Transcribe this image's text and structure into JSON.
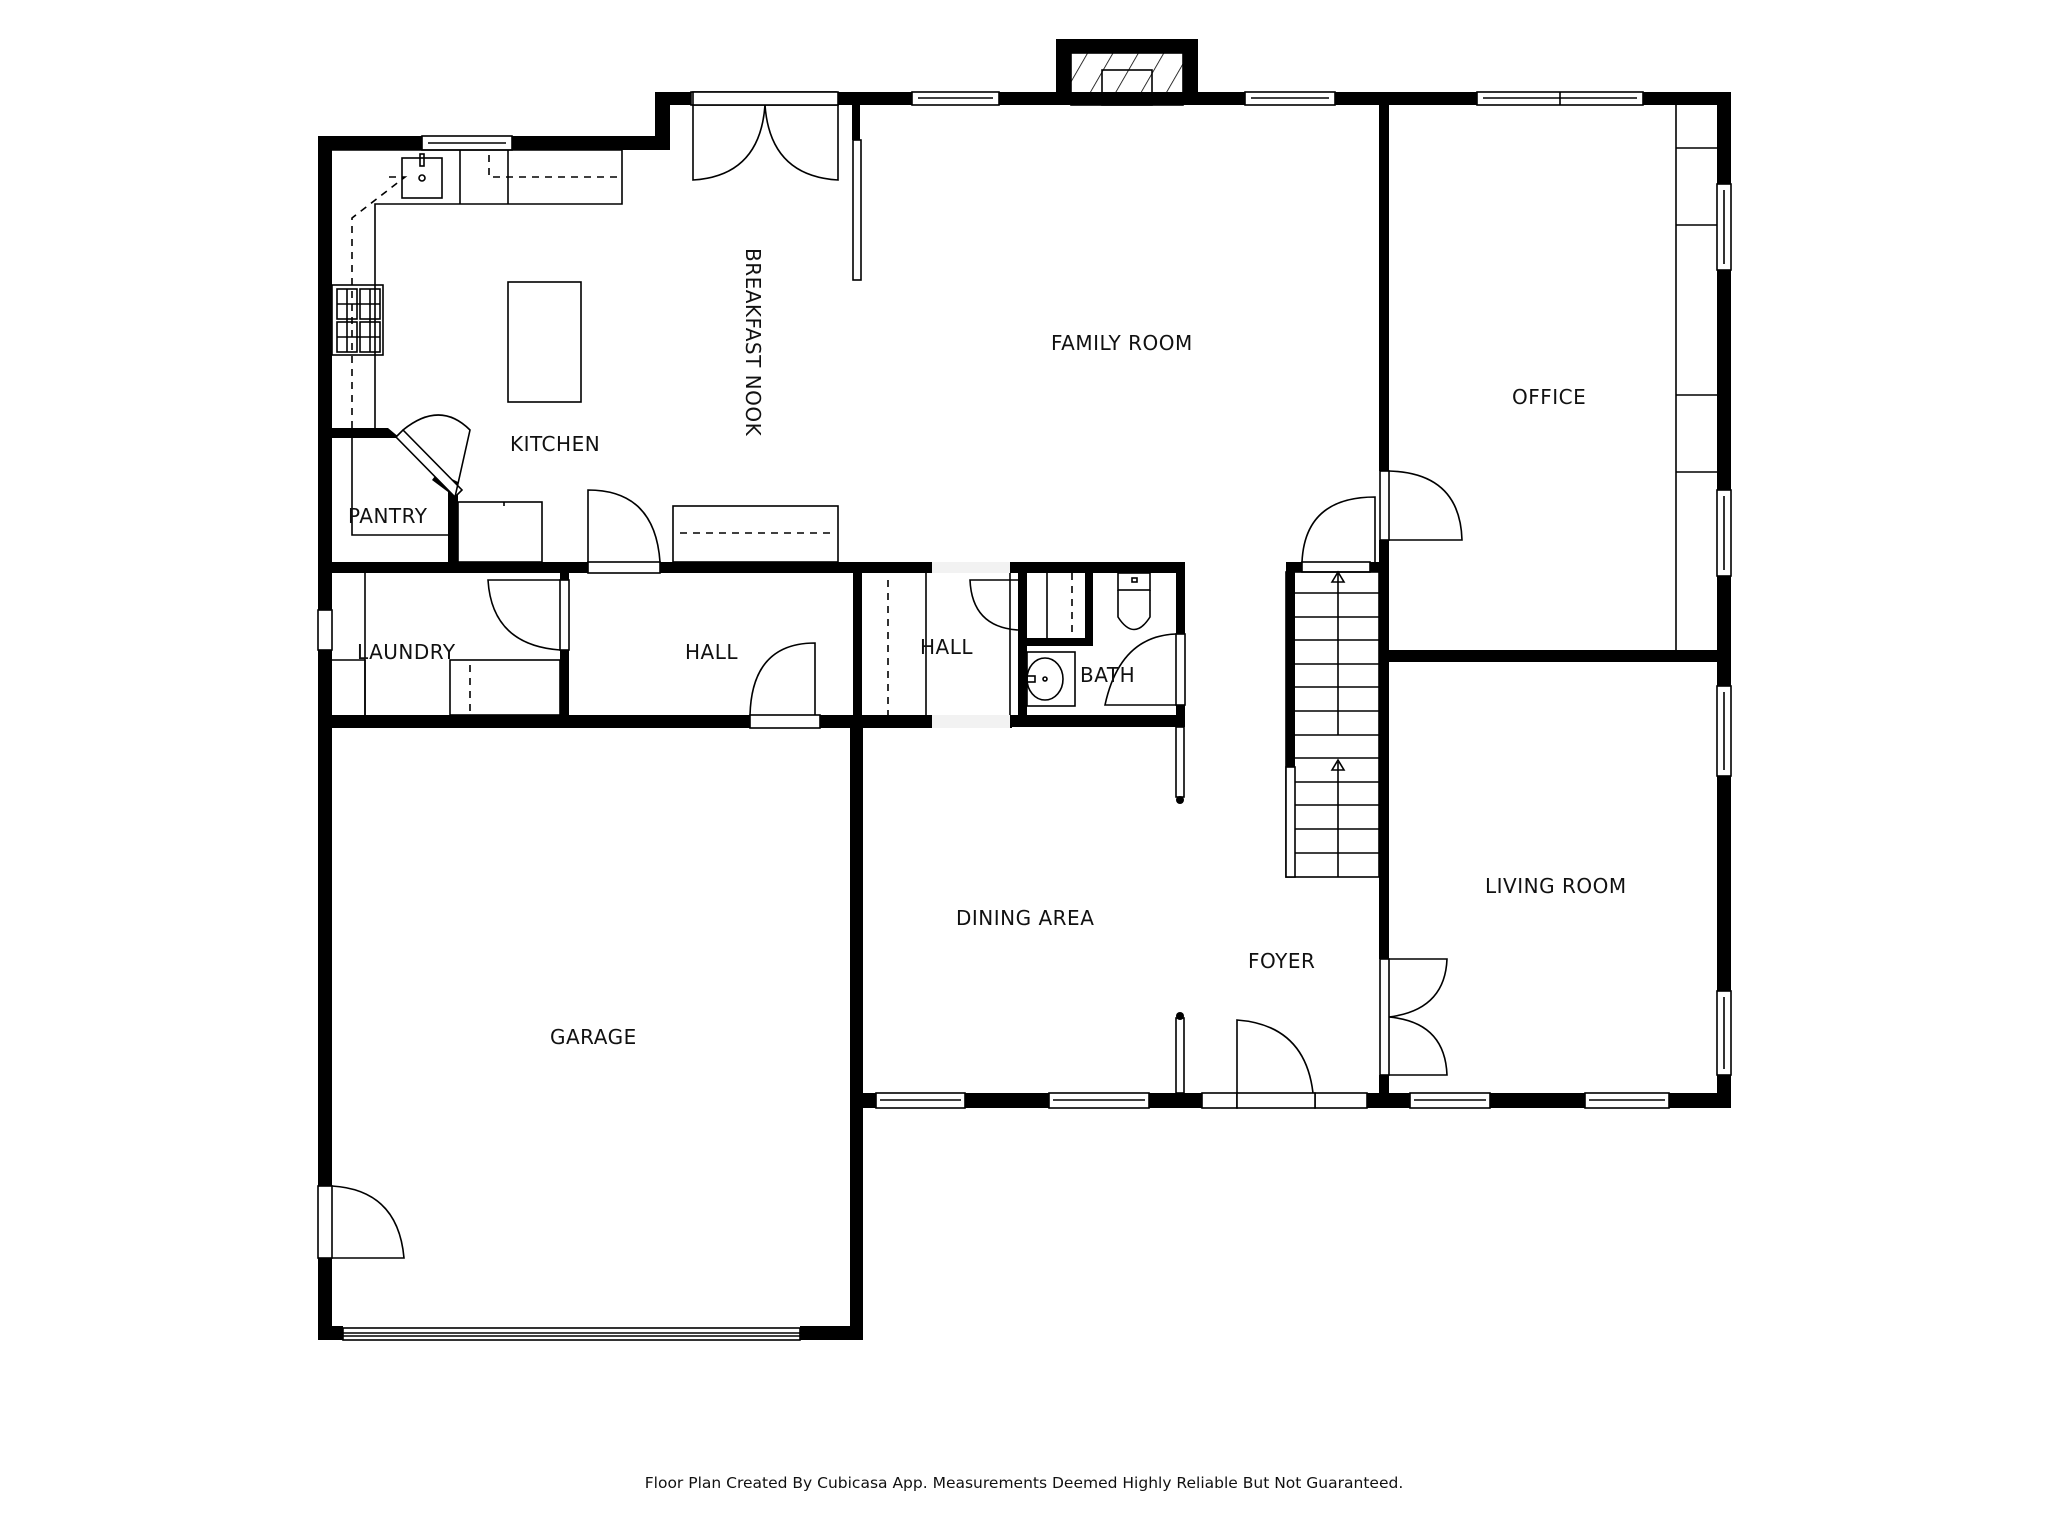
{
  "plan": {
    "rooms": [
      {
        "id": "kitchen",
        "label": "KITCHEN"
      },
      {
        "id": "breakfast-nook",
        "label": "BREAKFAST NOOK"
      },
      {
        "id": "family-room",
        "label": "FAMILY ROOM"
      },
      {
        "id": "office",
        "label": "OFFICE"
      },
      {
        "id": "pantry",
        "label": "PANTRY"
      },
      {
        "id": "laundry",
        "label": "LAUNDRY"
      },
      {
        "id": "hall-1",
        "label": "HALL"
      },
      {
        "id": "hall-2",
        "label": "HALL"
      },
      {
        "id": "bath",
        "label": "BATH"
      },
      {
        "id": "dining-area",
        "label": "DINING AREA"
      },
      {
        "id": "foyer",
        "label": "FOYER"
      },
      {
        "id": "living-room",
        "label": "LIVING ROOM"
      },
      {
        "id": "garage",
        "label": "GARAGE"
      }
    ],
    "colors": {
      "wall": "#000000",
      "background": "#ffffff",
      "line": "#000000"
    }
  },
  "footer": {
    "text": "Floor Plan Created By Cubicasa App. Measurements Deemed Highly Reliable But Not Guaranteed."
  }
}
